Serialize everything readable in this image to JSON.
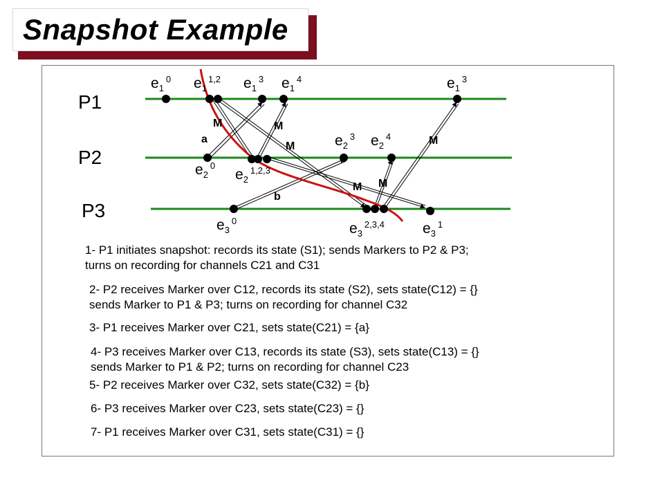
{
  "title": "Snapshot  Example",
  "processes": [
    "P1",
    "P2",
    "P3"
  ],
  "events": [
    {
      "id": "e1-0",
      "base": "e",
      "sub": "1",
      "sup": "0"
    },
    {
      "id": "e1-12",
      "base": "e",
      "sub": "1",
      "sup": "1,2"
    },
    {
      "id": "e1-3a",
      "base": "e",
      "sub": "1",
      "sup": "3"
    },
    {
      "id": "e1-4",
      "base": "e",
      "sub": "1",
      "sup": "4"
    },
    {
      "id": "e1-3b",
      "base": "e",
      "sub": "1",
      "sup": "3"
    },
    {
      "id": "e2-0",
      "base": "e",
      "sub": "2",
      "sup": "0"
    },
    {
      "id": "e2-123",
      "base": "e",
      "sub": "2",
      "sup": "1,2,3"
    },
    {
      "id": "e2-3",
      "base": "e",
      "sub": "2",
      "sup": "3"
    },
    {
      "id": "e2-4",
      "base": "e",
      "sub": "2",
      "sup": "4"
    },
    {
      "id": "e3-0",
      "base": "e",
      "sub": "3",
      "sup": "0"
    },
    {
      "id": "e3-234",
      "base": "e",
      "sub": "3",
      "sup": "2,3,4"
    },
    {
      "id": "e3-1",
      "base": "e",
      "sub": "3",
      "sup": "1"
    }
  ],
  "message_labels": [
    "M",
    "M",
    "M",
    "M",
    "M",
    "M",
    "a",
    "b"
  ],
  "steps": [
    {
      "line1": "1- P1 initiates snapshot: records its state (S1); sends Markers to P2 & P3;",
      "line2": "turns on recording for channels C21 and C31"
    },
    {
      "line1": "2- P2 receives Marker over C12, records its state (S2), sets state(C12) = {}",
      "line2": "sends Marker to P1 & P3; turns on recording for channel C32"
    },
    {
      "line1": "3- P1 receives Marker over C21, sets state(C21) = {a}",
      "line2": ""
    },
    {
      "line1": "4- P3 receives Marker over C13, records its state (S3), sets state(C13) = {}",
      "line2": "sends Marker to P1 & P2; turns on recording for channel C23"
    },
    {
      "line1": "5- P2 receives Marker over C32, sets state(C32) = {b}",
      "line2": ""
    },
    {
      "line1": "6- P3 receives Marker over C23, sets state(C23) = {}",
      "line2": ""
    },
    {
      "line1": "7- P1 receives Marker over C31, sets state(C31) = {}",
      "line2": ""
    }
  ],
  "colors": {
    "process_line": "#1a8a1a",
    "cut": "#cc1111",
    "event": "#000000",
    "title_shadow": "#7a1020"
  }
}
